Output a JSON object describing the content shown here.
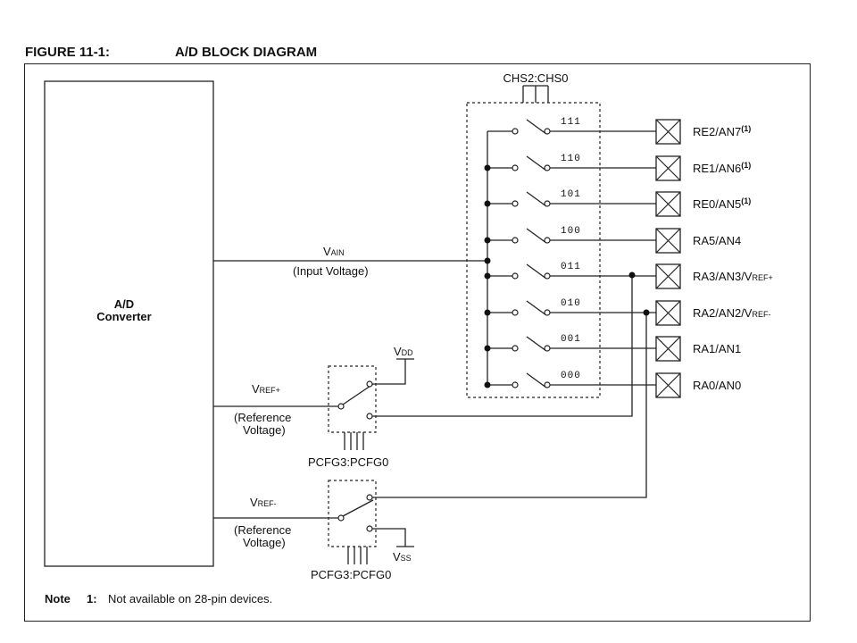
{
  "figure": {
    "number": "FIGURE 11-1:",
    "title": "A/D BLOCK DIAGRAM"
  },
  "converter": {
    "line1": "A/D",
    "line2": "Converter"
  },
  "channel_select": {
    "label": "CHS2:CHS0"
  },
  "vain": {
    "label_main": "V",
    "label_sub": "AIN",
    "description": "(Input Voltage)"
  },
  "channels": [
    {
      "code": "111",
      "pin": "RE2/AN7",
      "note": "(1)"
    },
    {
      "code": "110",
      "pin": "RE1/AN6",
      "note": "(1)"
    },
    {
      "code": "101",
      "pin": "RE0/AN5",
      "note": "(1)"
    },
    {
      "code": "100",
      "pin": "RA5/AN4",
      "note": ""
    },
    {
      "code": "011",
      "pin": "RA3/AN3/V",
      "pin_sub": "REF+",
      "note": ""
    },
    {
      "code": "010",
      "pin": "RA2/AN2/V",
      "pin_sub": "REF-",
      "note": ""
    },
    {
      "code": "001",
      "pin": "RA1/AN1",
      "note": ""
    },
    {
      "code": "000",
      "pin": "RA0/AN0",
      "note": ""
    }
  ],
  "vref_plus": {
    "label_main": "V",
    "label_sub": "REF+",
    "desc_line1": "(Reference",
    "desc_line2": "Voltage)"
  },
  "vref_minus": {
    "label_main": "V",
    "label_sub": "REF-",
    "desc_line1": "(Reference",
    "desc_line2": "Voltage)"
  },
  "vdd": {
    "main": "V",
    "sub": "DD"
  },
  "vss": {
    "main": "V",
    "sub": "SS"
  },
  "pcfg_upper": {
    "label": "PCFG3:PCFG0"
  },
  "pcfg_lower": {
    "label": "PCFG3:PCFG0"
  },
  "note": {
    "prefix": "Note",
    "number": "1:",
    "text": "Not available on 28-pin devices."
  }
}
